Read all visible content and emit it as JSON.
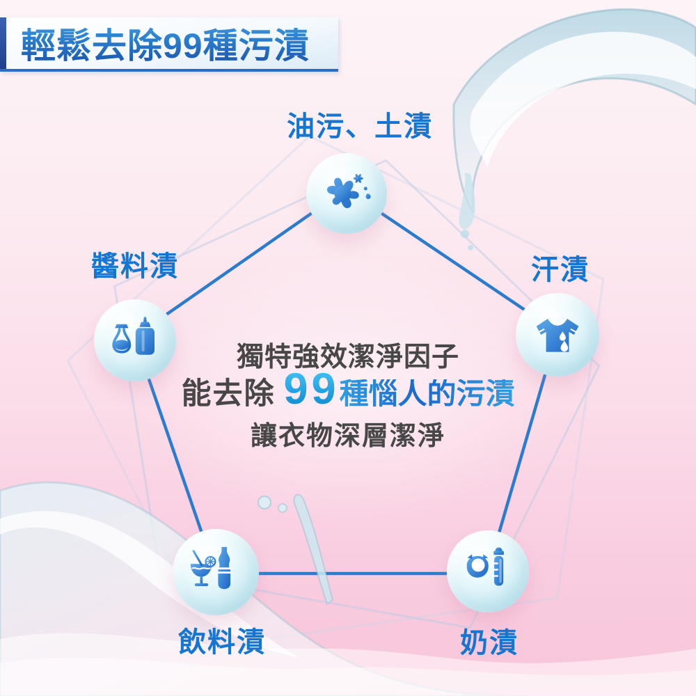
{
  "header": {
    "title": "輕鬆去除99種污漬"
  },
  "nodes": [
    {
      "label": "油污、土漬",
      "icon": "stain-splatter-icon"
    },
    {
      "label": "醬料漬",
      "icon": "sauce-bottles-icon"
    },
    {
      "label": "汗漬",
      "icon": "tshirt-sweat-icon"
    },
    {
      "label": "飲料漬",
      "icon": "cocktail-cola-icon"
    },
    {
      "label": "奶漬",
      "icon": "bib-babybottle-icon"
    }
  ],
  "center": {
    "line1": "獨特強效潔淨因子",
    "line2_prefix": "能去除",
    "line2_number": "99",
    "line2_suffix": "種惱人的污漬",
    "line3": "讓衣物深層潔淨"
  },
  "colors": {
    "label_blue": "#1576d2",
    "connector_blue": "#2c7ccd",
    "headline_dark": "#474747",
    "highlight_cyan": "#22a2e2",
    "header_text_blue": "#1c5fb4",
    "header_underline": "#2c6cc4",
    "circle_fill": "#d8f1f7",
    "background_pink": "#f8c5da"
  }
}
